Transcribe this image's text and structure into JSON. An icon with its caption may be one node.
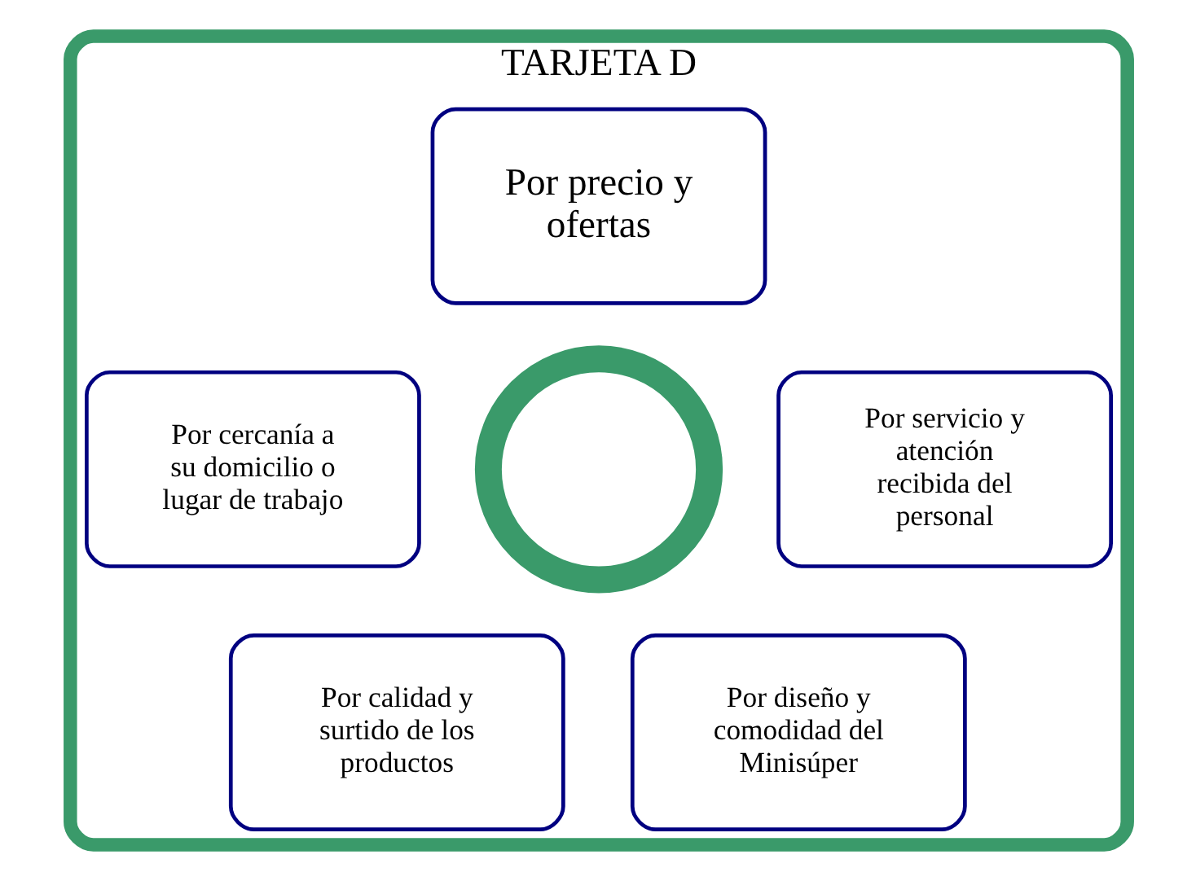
{
  "diagram": {
    "nodes": [
      {
        "text": [
          "TARJETA D"
        ]
      },
      {
        "text": [
          "Por precio y ofertas"
        ],
        "in": 0
      },
      {
        "text": [
          "Por cercanía a su domicilio o lugar de trabajo"
        ],
        "in": 0
      },
      {
        "text": [],
        "shape": "circle",
        "in": 0
      },
      {
        "text": [
          "Por servicio y atención recibida del personal"
        ],
        "in": 0
      },
      {
        "text": [
          "Por calidad y surtido de los productos"
        ],
        "in": 0
      },
      {
        "text": [
          "Por diseño y comodidad del Minisúper"
        ],
        "in": 0
      }
    ]
  }
}
